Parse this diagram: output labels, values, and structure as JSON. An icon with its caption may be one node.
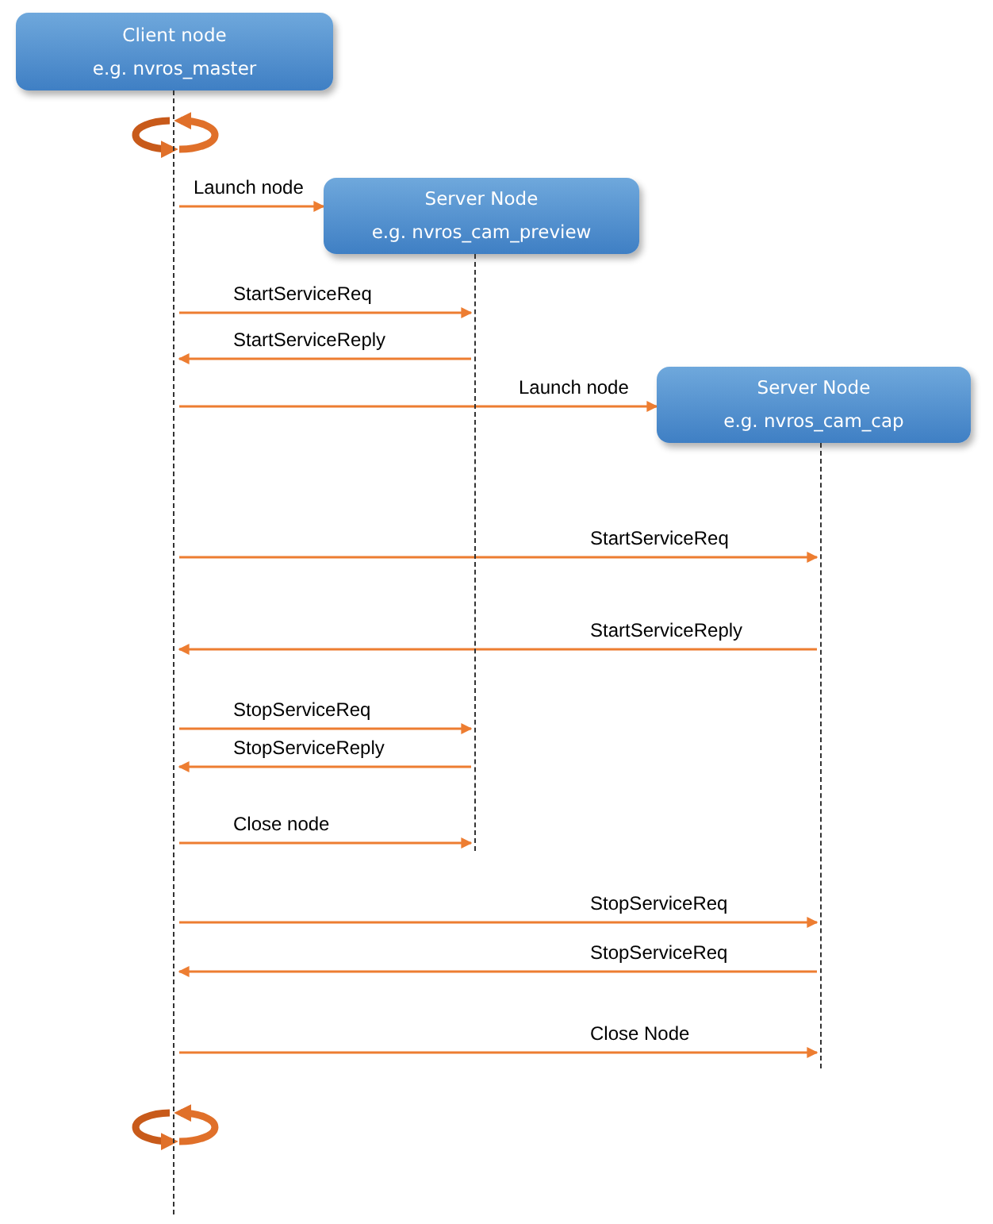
{
  "diagram": {
    "nodes": [
      {
        "text": [
          "Client node",
          "e.g. nvros_master"
        ]
      },
      {
        "text": [
          "Server Node",
          "e.g. nvros_cam_preview"
        ]
      },
      {
        "text": [
          "Server Node",
          "e.g. nvros_cam_cap"
        ]
      },
      {
        "text": [],
        "shape": "line"
      },
      {
        "text": [],
        "shape": "line"
      },
      {
        "text": [],
        "shape": "line"
      }
    ],
    "edges": [
      {
        "from": 3,
        "to": 3,
        "arrow": "to",
        "style": "thick"
      },
      {
        "from": 3,
        "to": 3,
        "arrow": "to",
        "style": "thick"
      },
      {
        "from": 3,
        "to": 1,
        "arrow": "to",
        "label": "Launch node"
      },
      {
        "from": 3,
        "to": 4,
        "arrow": "to",
        "label": "StartServiceReq"
      },
      {
        "from": 4,
        "to": 3,
        "arrow": "to",
        "label": "StartServiceReply"
      },
      {
        "from": 3,
        "to": 2,
        "arrow": "to",
        "label": "Launch node"
      },
      {
        "from": 3,
        "to": 5,
        "arrow": "to",
        "label": "StartServiceReq"
      },
      {
        "from": 5,
        "to": 3,
        "arrow": "to",
        "label": "StartServiceReply"
      },
      {
        "from": 3,
        "to": 4,
        "arrow": "to",
        "label": "StopServiceReq"
      },
      {
        "from": 4,
        "to": 3,
        "arrow": "to",
        "label": "StopServiceReply"
      },
      {
        "from": 3,
        "to": 4,
        "arrow": "to",
        "label": "Close node"
      },
      {
        "from": 3,
        "to": 5,
        "arrow": "to",
        "label": "StopServiceReq"
      },
      {
        "from": 5,
        "to": 3,
        "arrow": "to",
        "label": "StopServiceReq"
      },
      {
        "from": 3,
        "to": 5,
        "arrow": "to",
        "label": "Close Node"
      },
      {
        "from": 3,
        "to": 3,
        "arrow": "to",
        "style": "thick"
      },
      {
        "from": 3,
        "to": 3,
        "arrow": "to",
        "style": "thick"
      }
    ]
  }
}
